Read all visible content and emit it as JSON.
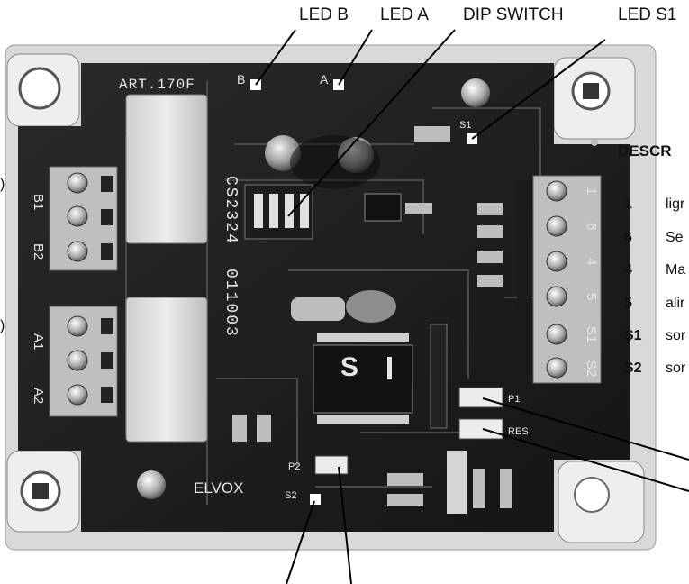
{
  "callouts": {
    "led_b": "LED B",
    "led_a": "LED A",
    "dip_switch": "DIP SWITCH",
    "led_s1": "LED S1"
  },
  "board": {
    "model": "ART.170F",
    "code": "CS2324",
    "serial": "011003",
    "brand": "ELVOX",
    "label_b": "B",
    "label_a": "A",
    "label_s1": "S1",
    "label_s2": "S2",
    "label_p1": "P1",
    "label_p2": "P2",
    "label_res": "RES",
    "left_terminals": [
      "B1",
      "B2",
      "A1",
      "A2"
    ],
    "right_terminals": [
      "1",
      "6",
      "4",
      "5",
      "S1",
      "S2"
    ]
  },
  "description": {
    "title": "DESCR",
    "rows": [
      {
        "key": "1",
        "text": "ligr"
      },
      {
        "key": "6",
        "text": "Se"
      },
      {
        "key": "4",
        "text": "Ma"
      },
      {
        "key": "5",
        "text": "alir"
      },
      {
        "key": "S1",
        "text": "sor"
      },
      {
        "key": "S2",
        "text": "sor"
      }
    ]
  },
  "left_edge": {
    "top": ")",
    "bottom": ")"
  }
}
